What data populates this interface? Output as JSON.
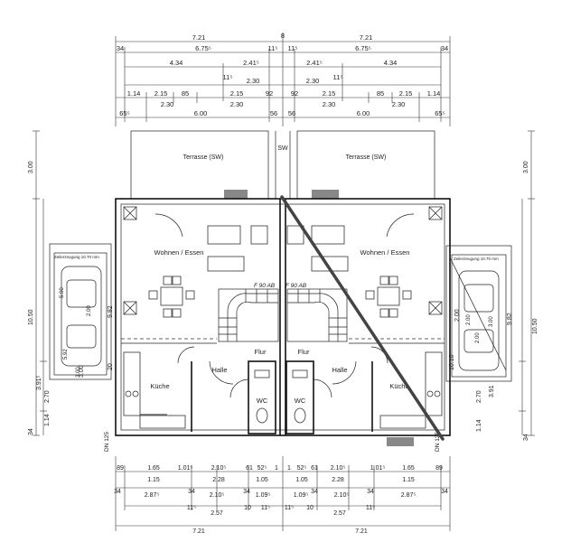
{
  "dims_top": {
    "r1": [
      "7.21",
      "7.21"
    ],
    "r2": [
      "34",
      "6.75⁵",
      "11⁵",
      "11⁵",
      "6.75⁵",
      "34"
    ],
    "r3": [
      "4.34",
      "2.41⁵",
      "2.41⁵",
      "4.34"
    ],
    "r4": [
      "11⁵",
      "2.30",
      "2.30",
      "11⁵"
    ],
    "r5": [
      "1.14",
      "2.15",
      "85",
      "2.15",
      "92",
      "92",
      "2.15",
      "85",
      "2.15",
      "1.14"
    ],
    "r5b": [
      "2.30",
      "2.30",
      "2.30",
      "2.30"
    ],
    "r6": [
      "65⁵",
      "6.00",
      "56",
      "56",
      "6.00",
      "65⁵"
    ]
  },
  "dims_side": {
    "left": [
      "3.00",
      "10.50",
      "3.91⁵",
      "2.70",
      "1.14",
      "34"
    ],
    "right": [
      "3.00",
      "10.50",
      "9.82",
      "2.70",
      "3.91",
      "1.14",
      "34"
    ],
    "inner_left": [
      "9.82",
      "3.00",
      "20"
    ],
    "inner_right": [
      "10.10",
      "2.00"
    ]
  },
  "dims_bottom": {
    "r1": [
      "89",
      "1.65",
      "1.01⁵",
      "2.10⁵",
      "61",
      "52⁵",
      "1",
      "1",
      "52⁵",
      "61",
      "2.10⁵",
      "1.01⁵",
      "1.65",
      "89"
    ],
    "r1b": [
      "1.15",
      "2.28",
      "1.05",
      "1.05",
      "2.28",
      "1.15"
    ],
    "r2": [
      "34",
      "2.87⁵",
      "34",
      "2.10⁵",
      "34",
      "1.09⁵",
      "1.09⁵",
      "34",
      "2.10⁵",
      "34",
      "2.87⁵",
      "34"
    ],
    "r3": [
      "11⁵",
      "2.57",
      "10",
      "11⁵",
      "11⁵",
      "10",
      "2.57",
      "11⁵"
    ],
    "r4": [
      "7.21",
      "7.21"
    ]
  },
  "rooms": {
    "terrace_left": "Terrasse (SW)",
    "terrace_right": "Terrasse (SW)",
    "sw": "SW",
    "living_left": "Wohnen / Essen",
    "living_right": "Wohnen / Essen",
    "flur_left": "Flur",
    "flur_right": "Flur",
    "halle_left": "Halle",
    "halle_right": "Halle",
    "kitchen_left": "Küche",
    "kitchen_right": "Küche",
    "wc_left": "WC",
    "wc_right": "WC",
    "stair_left": "F 90 AB",
    "stair_right": "F 90 AB",
    "dn_left": "DN 125",
    "dn_right": "DN 125"
  },
  "garage": {
    "left_title": "Zeilerzeugung 10.70 mm",
    "right_title": "Zeilerzeugung 10.70 mm",
    "left_dims": [
      "5.00",
      "2.00",
      "5.92",
      "3.00"
    ],
    "right_dims": [
      "2.00",
      "2.00",
      "3.00"
    ]
  },
  "misc": {
    "mark_8": "8"
  }
}
